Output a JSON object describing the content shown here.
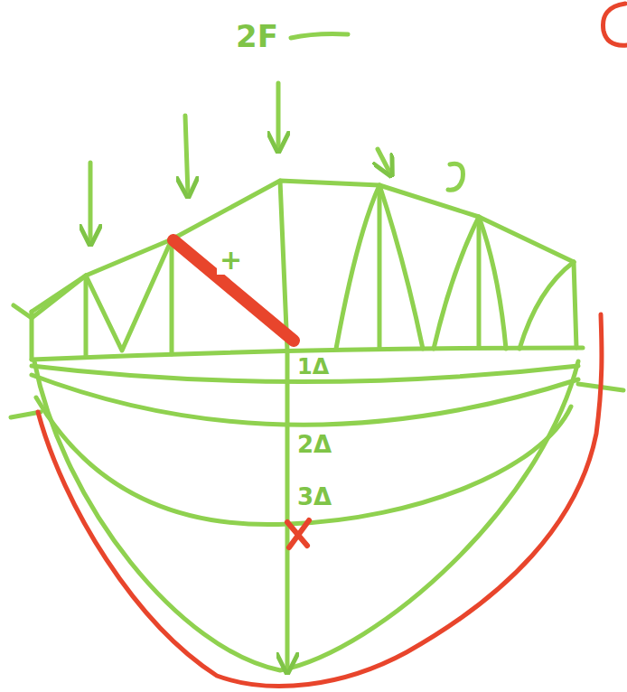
{
  "diagram": {
    "labels": [
      "2F",
      "+",
      "1Δ",
      "2Δ",
      "3Δ"
    ]
  }
}
